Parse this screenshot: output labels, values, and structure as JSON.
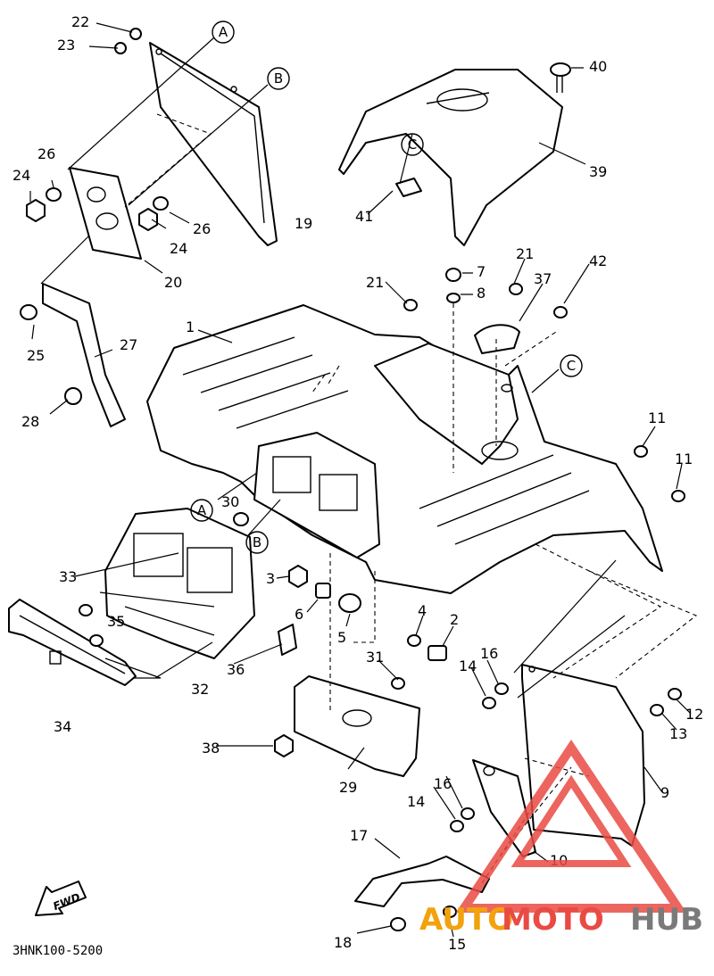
{
  "diagram_code": "3HNK100-5200",
  "fwd_label": "FWD",
  "watermark": {
    "part1": "AUTO",
    "part2": "MOTO",
    "part3": "HUB"
  },
  "colors": {
    "watermark_red": "#e94b44",
    "watermark_orange": "#f2a20c",
    "watermark_gray": "#7a7a7a"
  },
  "callouts": {
    "c1": "1",
    "c2": "2",
    "c3": "3",
    "c4": "4",
    "c5": "5",
    "c6": "6",
    "c7": "7",
    "c8": "8",
    "c9": "9",
    "c10": "10",
    "c11a": "11",
    "c11b": "11",
    "c12": "12",
    "c13": "13",
    "c14a": "14",
    "c14b": "14",
    "c15": "15",
    "c16a": "16",
    "c16b": "16",
    "c17": "17",
    "c18": "18",
    "c19": "19",
    "c20": "20",
    "c21a": "21",
    "c21b": "21",
    "c22": "22",
    "c23": "23",
    "c24a": "24",
    "c24b": "24",
    "c25": "25",
    "c26a": "26",
    "c26b": "26",
    "c27": "27",
    "c28": "28",
    "c29": "29",
    "c30": "30",
    "c31": "31",
    "c32": "32",
    "c33": "33",
    "c34": "34",
    "c35": "35",
    "c36": "36",
    "c37": "37",
    "c38": "38",
    "c39": "39",
    "c40": "40",
    "c41": "41",
    "c42": "42"
  },
  "references": {
    "a1": "A",
    "a2": "A",
    "b1": "B",
    "b2": "B",
    "c1": "C",
    "c2": "C"
  }
}
